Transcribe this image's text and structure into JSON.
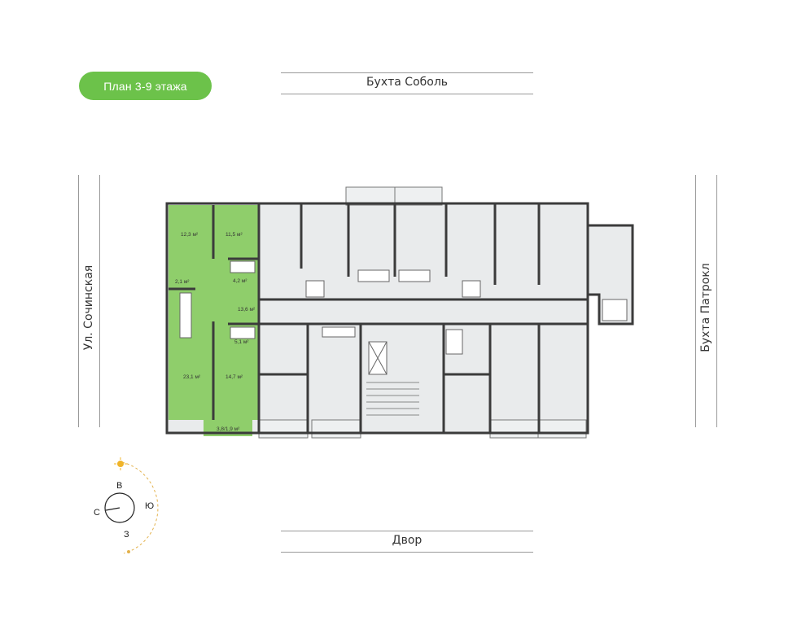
{
  "header": {
    "plan_label": "План 3-9 этажа"
  },
  "streets": {
    "top": "Бухта Соболь",
    "bottom": "Двор",
    "left": "Ул. Сочинская",
    "right": "Бухта Патрокл"
  },
  "apartment": {
    "rooms": [
      {
        "id": "room1",
        "area": "12,3 м²"
      },
      {
        "id": "room2",
        "area": "11,5 м²"
      },
      {
        "id": "bath1",
        "area": "4,2 м²"
      },
      {
        "id": "hall1",
        "area": "2,1 м²"
      },
      {
        "id": "corridor",
        "area": "13,6 м²"
      },
      {
        "id": "bath2",
        "area": "5,1 м²"
      },
      {
        "id": "kitchen",
        "area": "23,1 м²"
      },
      {
        "id": "room3",
        "area": "14,7 м²"
      },
      {
        "id": "balcony",
        "area": "3,8/1,9 м²"
      }
    ]
  },
  "compass": {
    "north": "С",
    "east": "В",
    "south": "Ю",
    "west": "З"
  },
  "colors": {
    "accent": "#6cc24a",
    "apartment_fill": "#8fce6b",
    "floor_fill": "#e9ebec",
    "wall": "#3b3b3b",
    "sun": "#f0b429"
  }
}
